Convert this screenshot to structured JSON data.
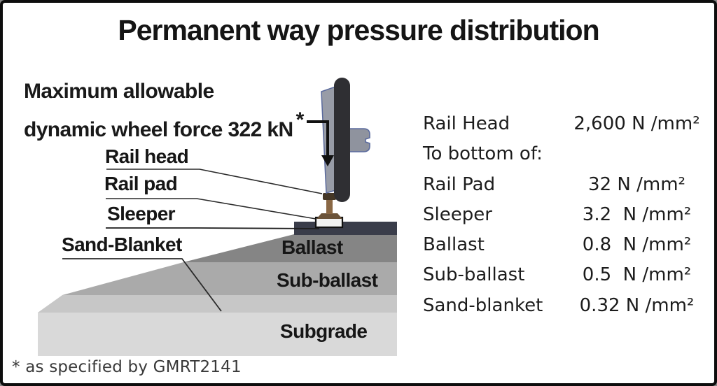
{
  "title": "Permanent way pressure distribution",
  "force_label": {
    "line1": "Maximum allowable",
    "line2": "dynamic wheel force 322 kN",
    "asterisk": "*"
  },
  "diagram_labels": {
    "rail_head": "Rail head",
    "rail_pad": "Rail pad",
    "sleeper": "Sleeper",
    "sand_blanket": "Sand-Blanket",
    "ballast": "Ballast",
    "sub_ballast": "Sub-ballast",
    "subgrade": "Subgrade"
  },
  "pressure_table": {
    "rows": [
      {
        "label": "Rail Head",
        "value": "2,600 N /mm²"
      },
      {
        "label": "To bottom of:",
        "value": ""
      },
      {
        "label": "Rail Pad",
        "value": "32 N /mm²"
      },
      {
        "label": "Sleeper",
        "value": "3.2  N /mm²"
      },
      {
        "label": "Ballast",
        "value": "0.8  N /mm²"
      },
      {
        "label": "Sub-ballast",
        "value": "0.5  N /mm²"
      },
      {
        "label": "Sand-blanket",
        "value": "0.32 N /mm²"
      }
    ]
  },
  "footnote": "* as specified by GMRT2141",
  "colors": {
    "sleeper": "#3a3d4a",
    "ballast": "#858585",
    "sub_ballast": "#aaaaaa",
    "sand_blanket": "#c7c7c7",
    "subgrade": "#d9d9d9",
    "rail_head_part": "#453726",
    "rail_web": "#8a6845",
    "rail_foot": "#6b5339",
    "rail_pad": "#f2f2f2",
    "wheel_disc": "#989ca7",
    "wheel_rim": "#2f2f33",
    "axle": "#8f939e",
    "outline_blue": "#5a6a9d",
    "line": "#2a2a2a",
    "arrow": "#111111"
  }
}
